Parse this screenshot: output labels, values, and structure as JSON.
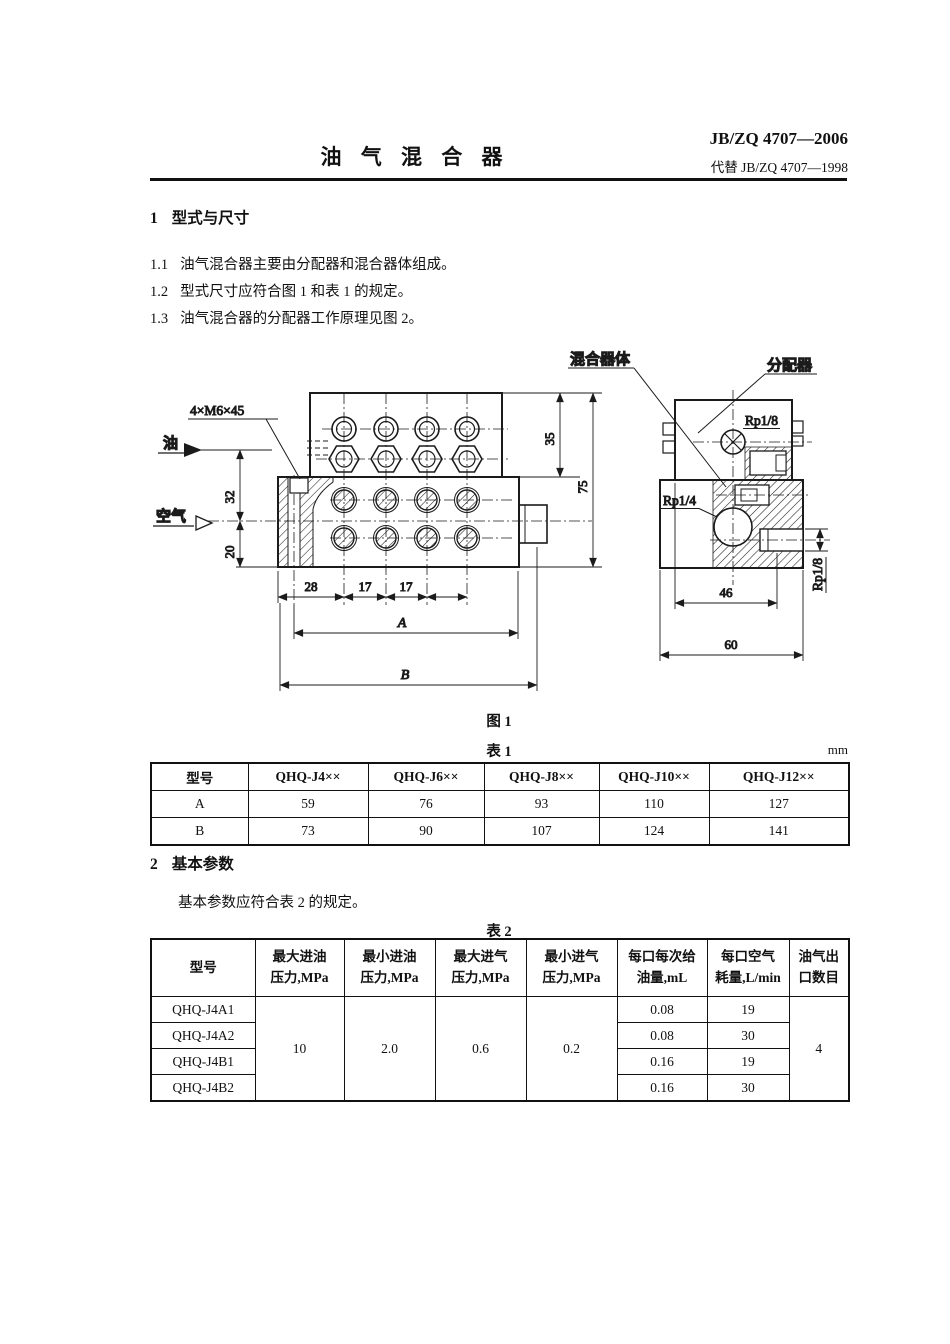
{
  "header": {
    "title": "油 气 混 合 器",
    "standard_no": "JB/ZQ 4707—2006",
    "replaces": "代替 JB/ZQ 4707—1998"
  },
  "section1": {
    "heading_num": "1",
    "heading_text": "型式与尺寸",
    "items": [
      {
        "num": "1.1",
        "text": "油气混合器主要由分配器和混合器体组成。"
      },
      {
        "num": "1.2",
        "text": "型式尺寸应符合图 1 和表 1 的规定。"
      },
      {
        "num": "1.3",
        "text": "油气混合器的分配器工作原理见图 2。"
      }
    ]
  },
  "figure1": {
    "caption": "图 1",
    "labels": {
      "bolt_spec": "4×M6×45",
      "oil": "油",
      "air": "空气",
      "mixer_body": "混合器体",
      "distributor": "分配器",
      "rp18_top": "Rp1/8",
      "rp14": "Rp1/4",
      "rp18_side": "Rp1/8"
    },
    "dims": {
      "d35": "35",
      "d75": "75",
      "d32": "32",
      "d20": "20",
      "d28": "28",
      "d17a": "17",
      "d17b": "17",
      "dA": "A",
      "dB": "B",
      "d46": "46",
      "d60": "60"
    }
  },
  "table1": {
    "caption": "表 1",
    "unit": "mm",
    "headers": [
      "型号",
      "QHQ-J4××",
      "QHQ-J6××",
      "QHQ-J8××",
      "QHQ-J10××",
      "QHQ-J12××"
    ],
    "rowA": [
      "A",
      "59",
      "76",
      "93",
      "110",
      "127"
    ],
    "rowB": [
      "B",
      "73",
      "90",
      "107",
      "124",
      "141"
    ]
  },
  "section2": {
    "heading_num": "2",
    "heading_text": "基本参数",
    "body": "基本参数应符合表 2 的规定。"
  },
  "table2": {
    "caption": "表 2",
    "cols": [
      {
        "l1": "型号",
        "l2": ""
      },
      {
        "l1": "最大进油",
        "l2": "压力,MPa"
      },
      {
        "l1": "最小进油",
        "l2": "压力,MPa"
      },
      {
        "l1": "最大进气",
        "l2": "压力,MPa"
      },
      {
        "l1": "最小进气",
        "l2": "压力,MPa"
      },
      {
        "l1": "每口每次给",
        "l2": "油量,mL"
      },
      {
        "l1": "每口空气",
        "l2": "耗量,L/min"
      },
      {
        "l1": "油气出",
        "l2": "口数目"
      }
    ],
    "models": [
      "QHQ-J4A1",
      "QHQ-J4A2",
      "QHQ-J4B1",
      "QHQ-J4B2"
    ],
    "max_oil": "10",
    "min_oil": "2.0",
    "max_air": "0.6",
    "min_air": "0.2",
    "oil_per_port": [
      "0.08",
      "0.08",
      "0.16",
      "0.16"
    ],
    "air_per_port": [
      "19",
      "30",
      "19",
      "30"
    ],
    "outlets": "4"
  }
}
